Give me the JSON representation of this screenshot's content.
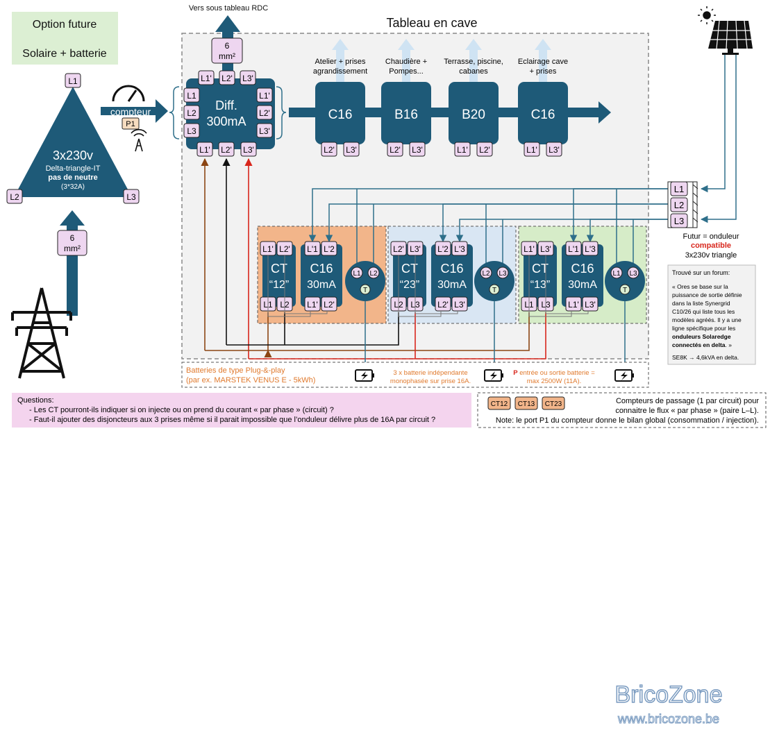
{
  "option": {
    "line1": "Option future",
    "line2": "Solaire + batterie"
  },
  "rdc_label": "Vers sous tableau RDC",
  "cable_top": {
    "line1": "6",
    "line2": "mm²"
  },
  "cable_bottom": {
    "line1": "6",
    "line2": "mm²"
  },
  "cave_title": "Tableau en cave",
  "supply": {
    "title": "3x230v",
    "sub": "Delta-triangle-IT",
    "bold": "pas de neutre",
    "amps": "(3*32A)"
  },
  "phases": {
    "l1": "L1",
    "l2": "L2",
    "l3": "L3"
  },
  "meter": {
    "label": "compteur",
    "port": "P1"
  },
  "diff": {
    "line1": "Diff.",
    "line2": "300mA"
  },
  "diff_terms": {
    "top": [
      "L1'",
      "L2'",
      "L3'"
    ],
    "left": [
      "L1",
      "L2",
      "L3"
    ],
    "right": [
      "L1'",
      "L2'",
      "L3'"
    ],
    "bottom": [
      "L1'",
      "L2'",
      "L3'"
    ]
  },
  "breakers": [
    {
      "label": "C16",
      "caption1": "Atelier + prises",
      "caption2": "agrandissement",
      "caption3": "",
      "terms": [
        "L2'",
        "L3'"
      ]
    },
    {
      "label": "B16",
      "caption1": "Chaudière +",
      "caption2": "Pompes...",
      "caption3": "",
      "terms": [
        "L2'",
        "L3'"
      ]
    },
    {
      "label": "B20",
      "caption1": "Terrasse, piscine,",
      "caption2": "cabanes",
      "caption3": "",
      "terms": [
        "L1'",
        "L2'"
      ]
    },
    {
      "label": "C16",
      "caption1": "Eclairage cave",
      "caption2": "+ prises",
      "caption3": "",
      "terms": [
        "L1'",
        "L3'"
      ]
    }
  ],
  "circuits": [
    {
      "ct_line1": "CT",
      "ct_line2": "“12”",
      "ct_top": [
        "L1'",
        "L2'"
      ],
      "ct_bottom": [
        "L1",
        "L2"
      ],
      "c_line1": "C16",
      "c_line2": "30mA",
      "c_top": [
        "L'1",
        "L'2"
      ],
      "c_bottom": [
        "L1'",
        "L2'"
      ],
      "s1": "L1",
      "s2": "L2",
      "t": "T"
    },
    {
      "ct_line1": "CT",
      "ct_line2": "“23”",
      "ct_top": [
        "L2'",
        "L3'"
      ],
      "ct_bottom": [
        "L2",
        "L3"
      ],
      "c_line1": "C16",
      "c_line2": "30mA",
      "c_top": [
        "L'2",
        "L'3"
      ],
      "c_bottom": [
        "L2'",
        "L3'"
      ],
      "s1": "L2",
      "s2": "L3",
      "t": "T"
    },
    {
      "ct_line1": "CT",
      "ct_line2": "“13”",
      "ct_top": [
        "L1'",
        "L3'"
      ],
      "ct_bottom": [
        "L1",
        "L3"
      ],
      "c_line1": "C16",
      "c_line2": "30mA",
      "c_top": [
        "L'1",
        "L'3"
      ],
      "c_bottom": [
        "L1'",
        "L3'"
      ],
      "s1": "L1",
      "s2": "L3",
      "t": "T"
    }
  ],
  "inverter": {
    "line1": "Futur = onduleur",
    "line2": "compatible",
    "line3": "3x230v triangle",
    "terms": [
      "L1",
      "L2",
      "L3"
    ]
  },
  "forum": {
    "title": "Trouvé sur un forum:",
    "lines": [
      "« Ores se base sur la",
      "puissance de sortie définie",
      "dans la liste Synergrid",
      "C10/26 qui liste tous les",
      "modèles agréés. Il y a une",
      "ligne spécifique pour les"
    ],
    "bold1": "onduleurs Solaredge",
    "bold2": "connectés en delta",
    "end": ". »",
    "note": "SE8K → 4,6kVA en delta."
  },
  "batteries": {
    "left1": "Batteries de type Plug-&-play",
    "left2": "(par ex. MARSTEK VENUS E - 5kWh)",
    "mid1": "3 x batterie indépendante",
    "mid2": "monophasée sur prise 16A.",
    "right_bold": "P",
    "right1": " entrée ou sortie batterie =",
    "right2": "max 2500W (11A)."
  },
  "questions": {
    "title": "Questions:",
    "q1": "Les CT pourront-ils indiquer si on injecte ou on prend du courant « par phase » (circuit) ?",
    "q2": "Faut-il ajouter des disjoncteurs aux 3 prises même si il parait impossible que l’onduleur délivre plus de 16A par circuit ?"
  },
  "legend": {
    "tags": [
      "CT12",
      "CT13",
      "CT23"
    ],
    "text1": "Compteurs de passage (1 par circuit) pour",
    "text2": "connaitre le flux « par phase » (paire L–L).",
    "note": "Note: le port P1 du compteur donne le bilan global (consommation / injection)."
  },
  "brand": {
    "name": "BricoZone",
    "url": "www.bricozone.be"
  },
  "colors": {
    "teal": "#1e5a78",
    "terminal": "#eed6f0",
    "orange": "#f2b58a",
    "blue": "#d9e6f3",
    "green": "#d6ecc8",
    "red": "#d8261c",
    "brown": "#8b4513"
  }
}
